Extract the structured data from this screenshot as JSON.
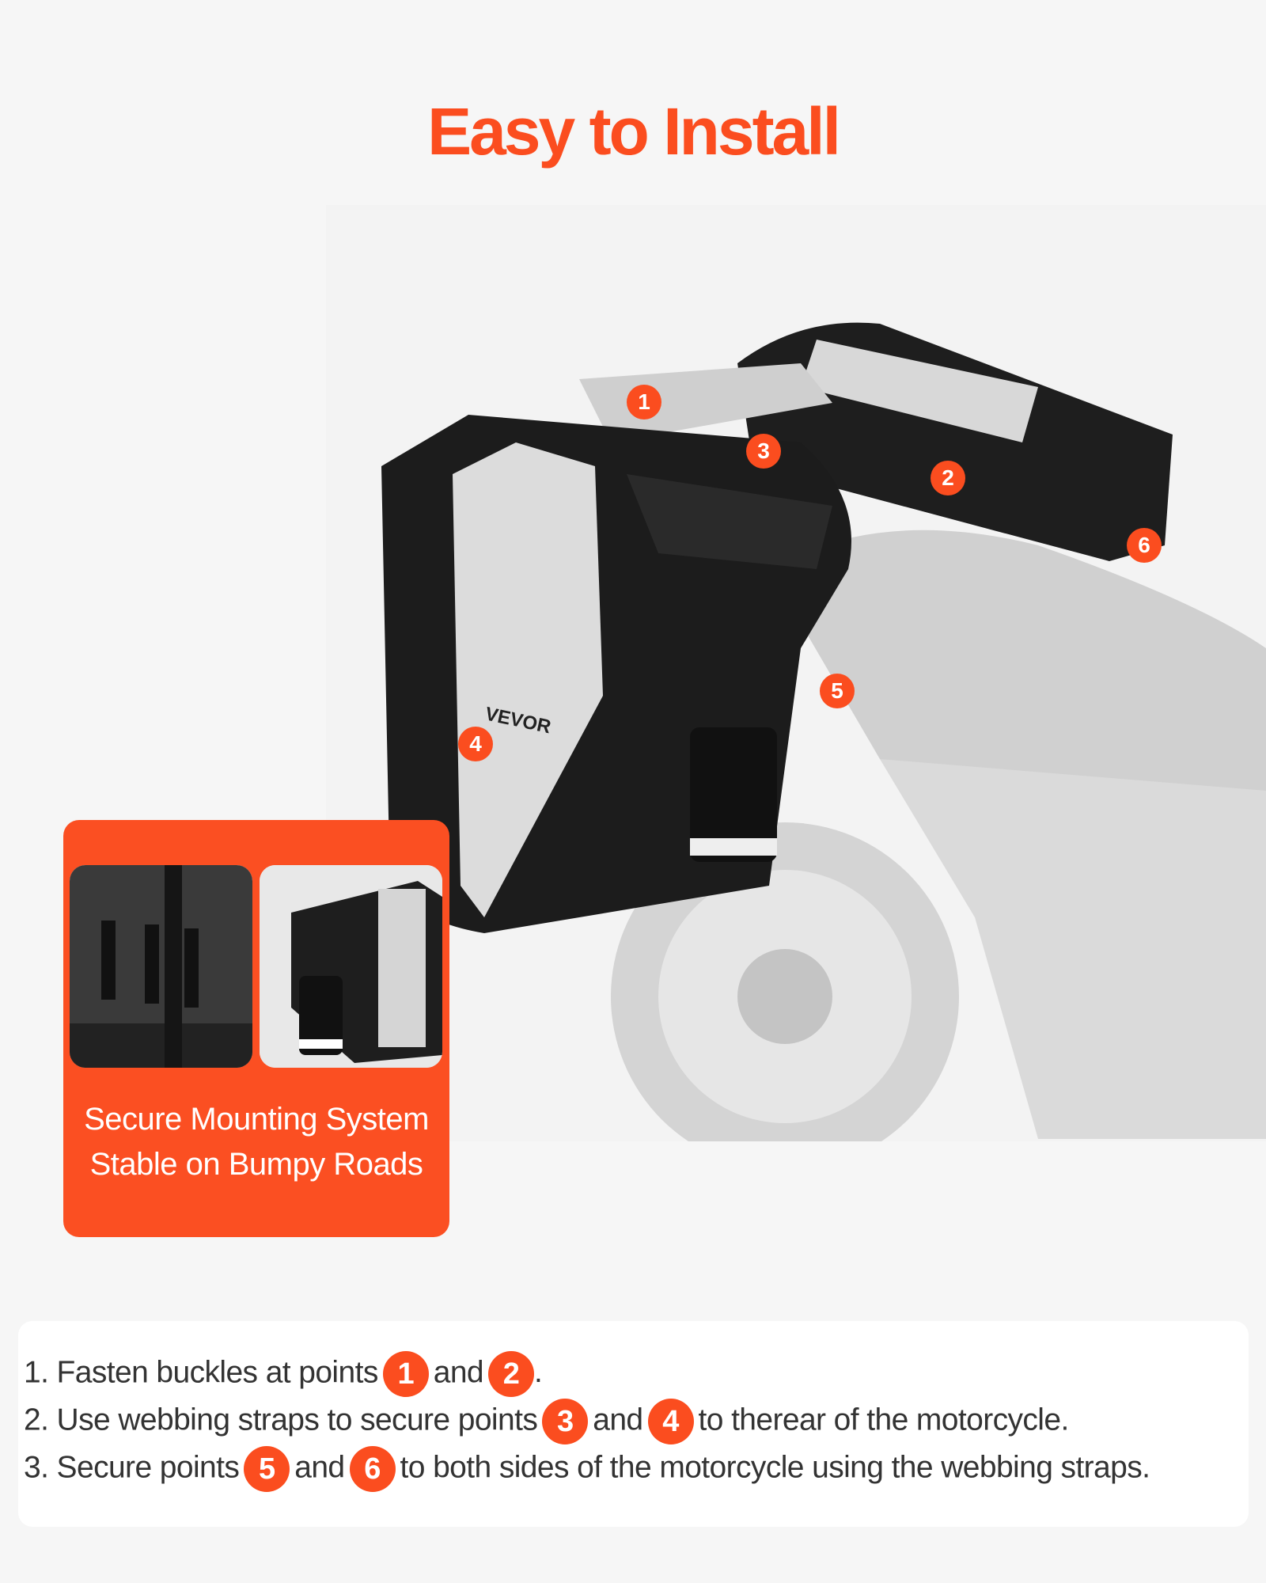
{
  "title": "Easy to Install",
  "accent_color": "#fb4d1f",
  "points": [
    "1",
    "2",
    "3",
    "4",
    "5",
    "6"
  ],
  "brand_logo_text": "VEVOR",
  "feature": {
    "line1": "Secure Mounting System",
    "line2": "Stable on Bumpy Roads"
  },
  "steps": [
    {
      "prefix": "1. Fasten buckles at points",
      "a": "1",
      "mid": "and",
      "b": "2",
      "suffix": "."
    },
    {
      "prefix": "2. Use webbing straps to secure points",
      "a": "3",
      "mid": "and",
      "b": "4",
      "suffix": "to therear of the motorcycle."
    },
    {
      "prefix": "3. Secure points",
      "a": "5",
      "mid": "and",
      "b": "6",
      "suffix": "to both sides of the motorcycle using the webbing straps."
    }
  ]
}
